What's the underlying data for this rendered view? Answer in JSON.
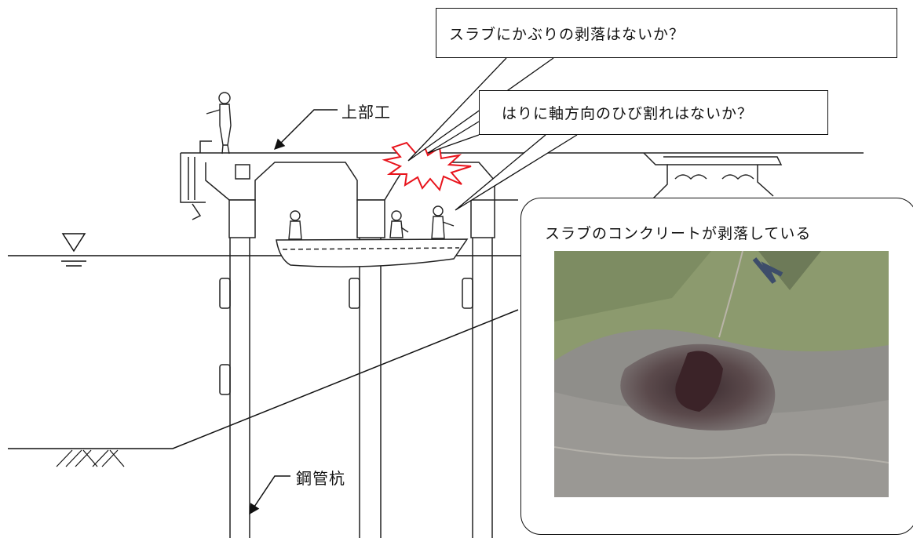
{
  "callouts": {
    "slab_cover": "スラブにかぶりの剥落はないか？",
    "beam_crack": "はりに軸方向のひび割れはないか？"
  },
  "labels": {
    "superstructure": "上部工",
    "steel_pile": "鋼管杭"
  },
  "photo": {
    "caption": "スラブのコンクリートが剥落している"
  },
  "colors": {
    "damage_burst": "#e8141c",
    "line": "#222222"
  }
}
